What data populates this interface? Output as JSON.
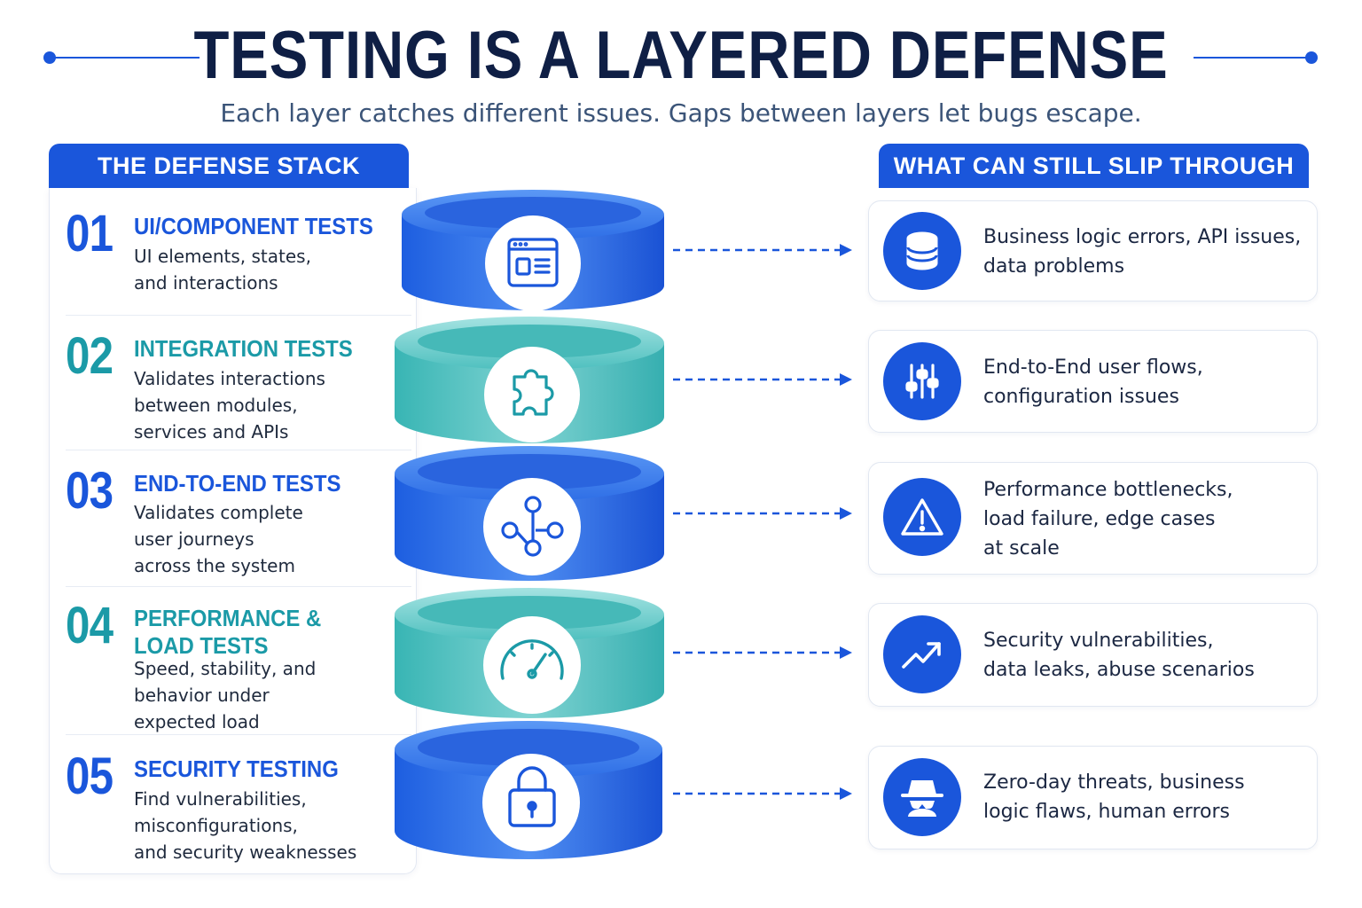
{
  "header": {
    "title": "TESTING IS A LAYERED DEFENSE",
    "subtitle": "Each layer catches different issues. Gaps between layers let bugs escape."
  },
  "left_panel": {
    "heading": "THE DEFENSE STACK",
    "layers": [
      {
        "number": "01",
        "title": "UI/COMPONENT TESTS",
        "desc": [
          "UI elements, states,",
          "and interactions"
        ],
        "icon": "browser-window-icon",
        "tone": "blue"
      },
      {
        "number": "02",
        "title": "INTEGRATION TESTS",
        "desc": [
          "Validates interactions",
          "between modules,",
          "services and APIs"
        ],
        "icon": "puzzle-piece-icon",
        "tone": "teal"
      },
      {
        "number": "03",
        "title": "END-TO-END TESTS",
        "desc": [
          "Validates complete",
          "user journeys",
          "across the system"
        ],
        "icon": "flow-nodes-icon",
        "tone": "blue"
      },
      {
        "number": "04",
        "title": [
          "PERFORMANCE &",
          "LOAD TESTS"
        ],
        "desc": [
          "Speed, stability, and",
          "behavior under",
          "expected load"
        ],
        "icon": "speedometer-icon",
        "tone": "teal"
      },
      {
        "number": "05",
        "title": "SECURITY TESTING",
        "desc": [
          "Find vulnerabilities,",
          "misconfigurations,",
          "and security weaknesses"
        ],
        "icon": "padlock-icon",
        "tone": "blue"
      }
    ]
  },
  "right_panel": {
    "heading": "WHAT CAN STILL SLIP THROUGH",
    "items": [
      {
        "text": [
          "Business logic errors, API issues,",
          "data problems"
        ],
        "icon": "database-icon"
      },
      {
        "text": [
          "End-to-End user flows,",
          "configuration issues"
        ],
        "icon": "sliders-icon"
      },
      {
        "text": [
          "Performance bottlenecks,",
          "load failure, edge cases",
          "at scale"
        ],
        "icon": "warning-triangle-icon"
      },
      {
        "text": [
          "Security vulnerabilities,",
          "data leaks, abuse scenarios"
        ],
        "icon": "trending-up-icon"
      },
      {
        "text": [
          "Zero-day threats, business",
          "logic flaws, human errors"
        ],
        "icon": "incognito-spy-icon"
      }
    ]
  },
  "colors": {
    "primary_blue": "#1a56db",
    "teal": "#1b9aa7",
    "navy_title": "#0f1f45"
  }
}
